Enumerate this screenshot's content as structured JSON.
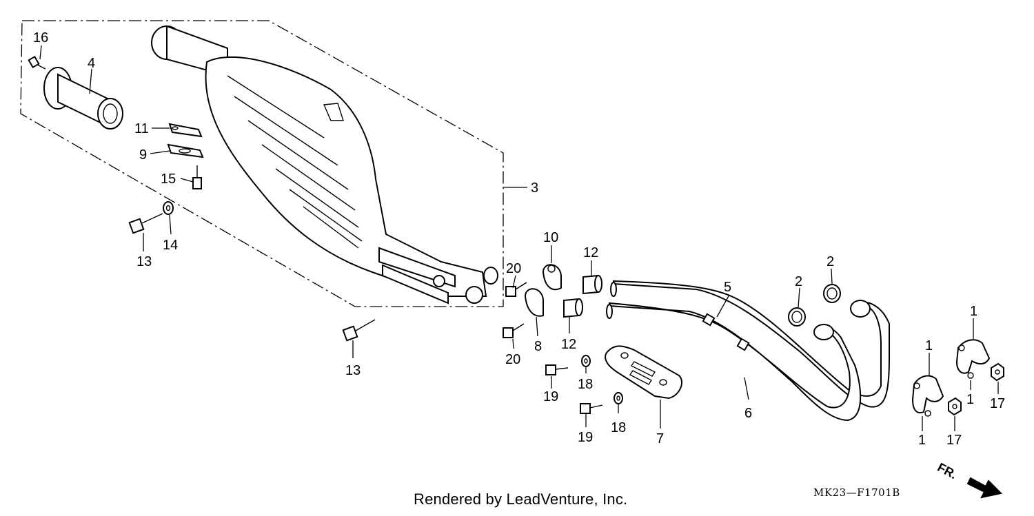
{
  "diagram": {
    "callouts": [
      "16",
      "4",
      "11",
      "9",
      "15",
      "3",
      "13",
      "14",
      "13",
      "10",
      "12",
      "20",
      "8",
      "12",
      "20",
      "5",
      "2",
      "2",
      "6",
      "7",
      "18",
      "19",
      "18",
      "19",
      "1",
      "1",
      "1",
      "17",
      "1",
      "17"
    ],
    "drawing_code": "MK23—F1701B",
    "front_marker": "FR."
  },
  "footer": {
    "credit": "Rendered by LeadVenture, Inc."
  }
}
